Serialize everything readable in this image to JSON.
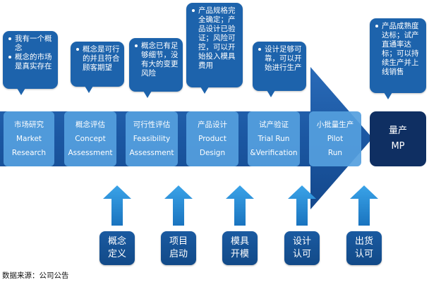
{
  "bubbles": [
    [
      "我有一个概念",
      "概念的市场是真实存在"
    ],
    [
      "概念是可行的并且符合顾客期望"
    ],
    [
      "概念已有足够细节，没有大的变更风险"
    ],
    [
      "产品规格完全确定；产品设计已验证；风险可控，可以开始投入模具费用"
    ],
    [
      "设计足够可靠，可以开始进行生产"
    ],
    [
      "产品成熟度达标；试产直通率达标；可以持续生产并上线销售"
    ]
  ],
  "stages": [
    {
      "cn": "市场研究",
      "en1": "Market",
      "en2": "Research"
    },
    {
      "cn": "概念评估",
      "en1": "Concept",
      "en2": "Assessment"
    },
    {
      "cn": "可行性评估",
      "en1": "Feasibility",
      "en2": "Assessment"
    },
    {
      "cn": "产品设计",
      "en1": "Product",
      "en2": "Design"
    },
    {
      "cn": "试产验证",
      "en1": "Trial Run",
      "en2": "&Verification"
    },
    {
      "cn": "小批量生产",
      "en1": "Pilot",
      "en2": "Run"
    }
  ],
  "final_stage": {
    "cn": "量产",
    "en": "MP"
  },
  "gates": [
    {
      "line1": "概念",
      "line2": "定义"
    },
    {
      "line1": "项目",
      "line2": "启动"
    },
    {
      "line1": "模具",
      "line2": "开模"
    },
    {
      "line1": "设计",
      "line2": "认可"
    },
    {
      "line1": "出货",
      "line2": "认可"
    }
  ],
  "source": "数据来源：公司公告",
  "colors": {
    "bubble": "#1d63ac",
    "stage": "#55a0de",
    "arrow": "#1c5aa6",
    "mp": "#0f2f62",
    "gate": "#1a5aa1",
    "up_arrow": "#2b8fd6"
  }
}
